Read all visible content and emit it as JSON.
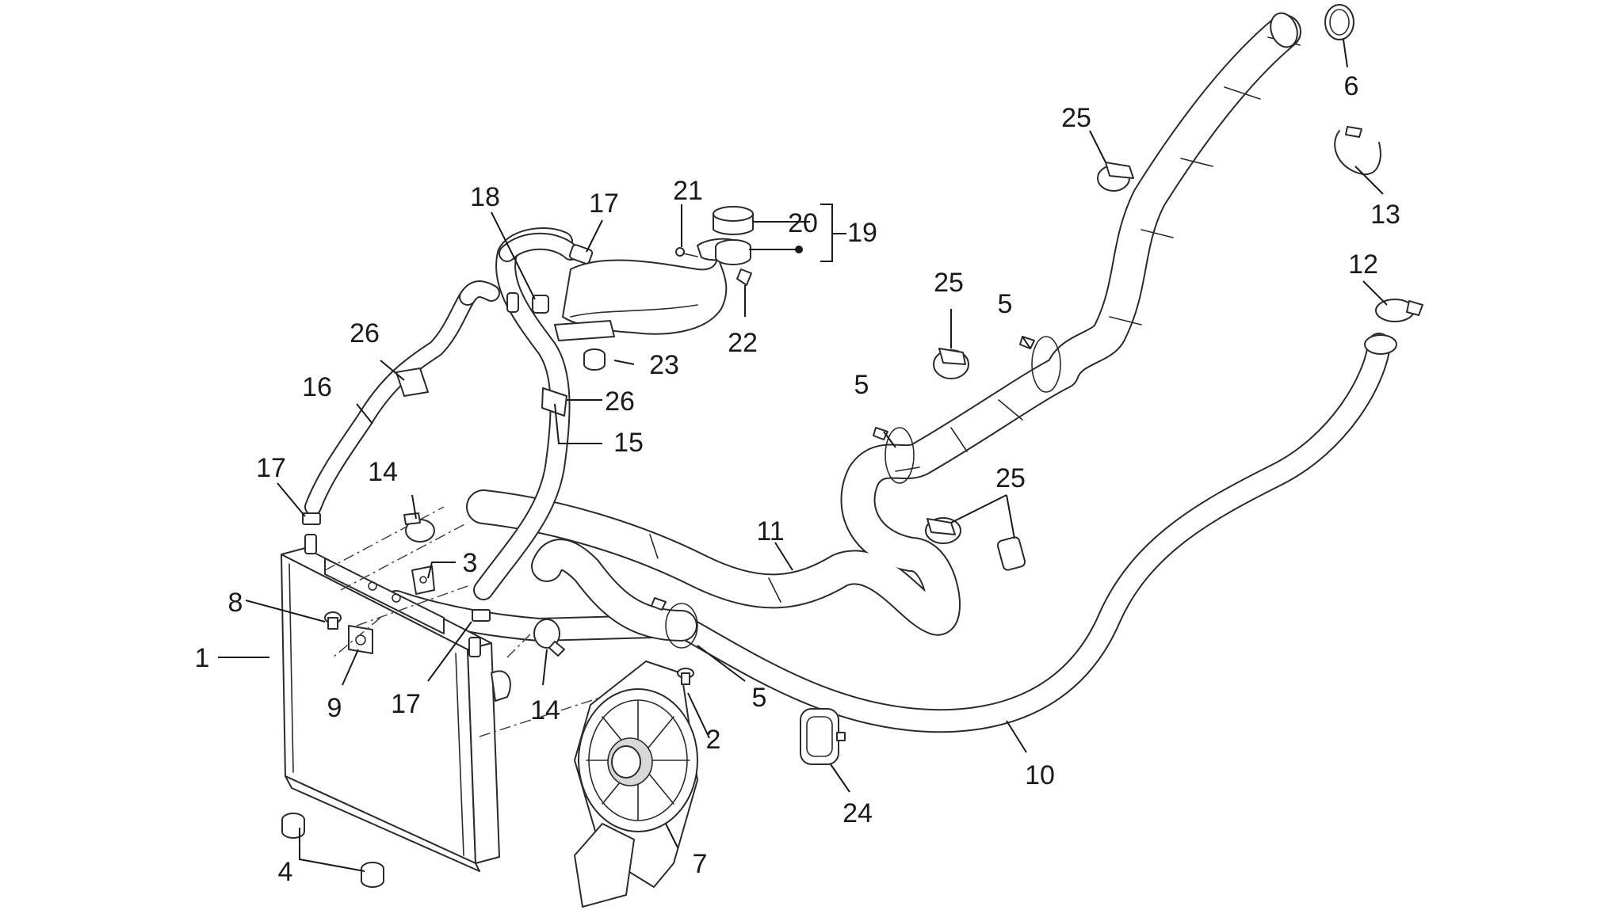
{
  "callouts": {
    "c1": "1",
    "c2": "2",
    "c3": "3",
    "c4": "4",
    "c5a": "5",
    "c5b": "5",
    "c5c": "5",
    "c6": "6",
    "c7": "7",
    "c8": "8",
    "c9": "9",
    "c10": "10",
    "c11": "11",
    "c12": "12",
    "c13": "13",
    "c14a": "14",
    "c14b": "14",
    "c15": "15",
    "c16": "16",
    "c17a": "17",
    "c17b": "17",
    "c17c": "17",
    "c18": "18",
    "c19": "19",
    "c20": "20",
    "c21": "21",
    "c22": "22",
    "c23": "23",
    "c24": "24",
    "c25a": "25",
    "c25b": "25",
    "c25c": "25",
    "c26a": "26",
    "c26b": "26"
  }
}
